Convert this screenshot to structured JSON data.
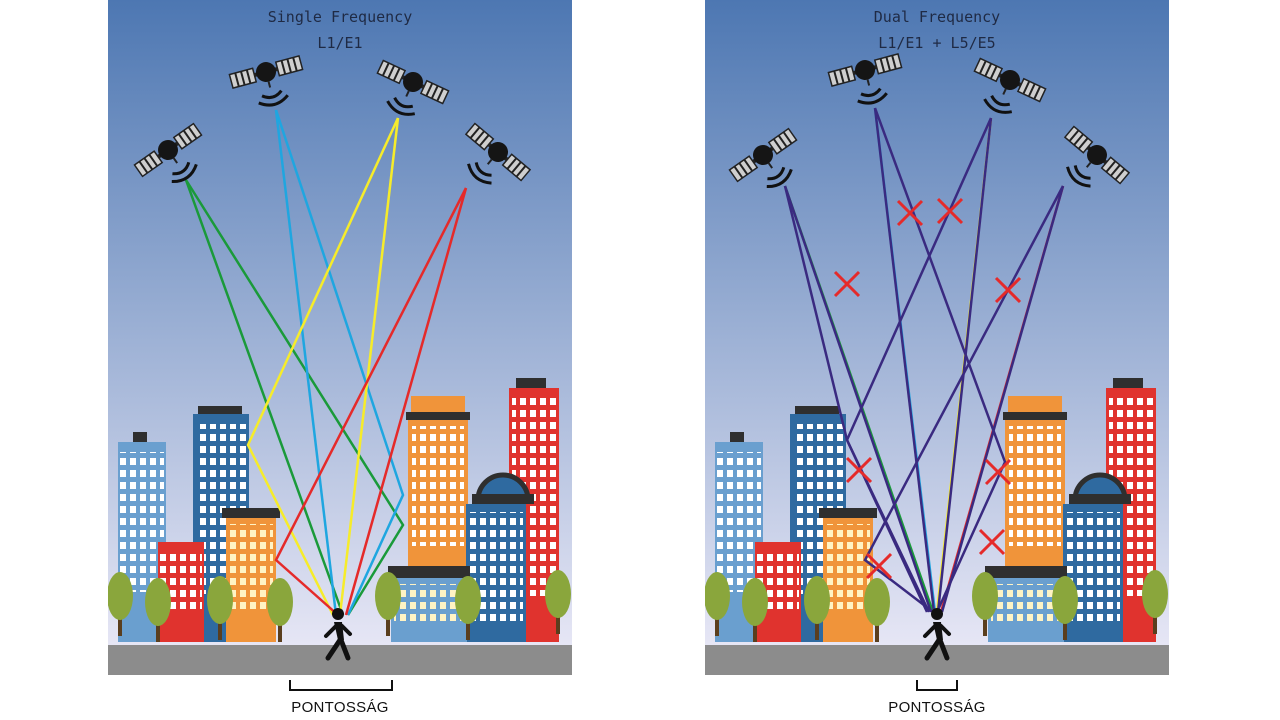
{
  "left_panel": {
    "title_line1": "Single Frequency",
    "title_line2": "L1/E1",
    "accuracy_label": "PONTOSSÁG"
  },
  "right_panel": {
    "title_line1": "Dual Frequency",
    "title_line2": "L1/E1 + L5/E5",
    "accuracy_label": "PONTOSSÁG"
  },
  "colors": {
    "sky_top": "#4d77b2",
    "sky_bottom": "#e6e6f5",
    "ground": "#8c8c8c",
    "signal_green": "#1a9a3a",
    "signal_blue": "#1fa6e0",
    "signal_yellow": "#f6ec2a",
    "signal_red": "#e52a2a",
    "signal_l5": "#3a2a80",
    "blocked_marker": "#e52a2a"
  },
  "icons": {
    "satellite": "satellite-icon",
    "pedestrian": "walking-person-icon",
    "blocked": "x-mark-icon",
    "tree": "tree-icon",
    "building": "building-icon"
  }
}
